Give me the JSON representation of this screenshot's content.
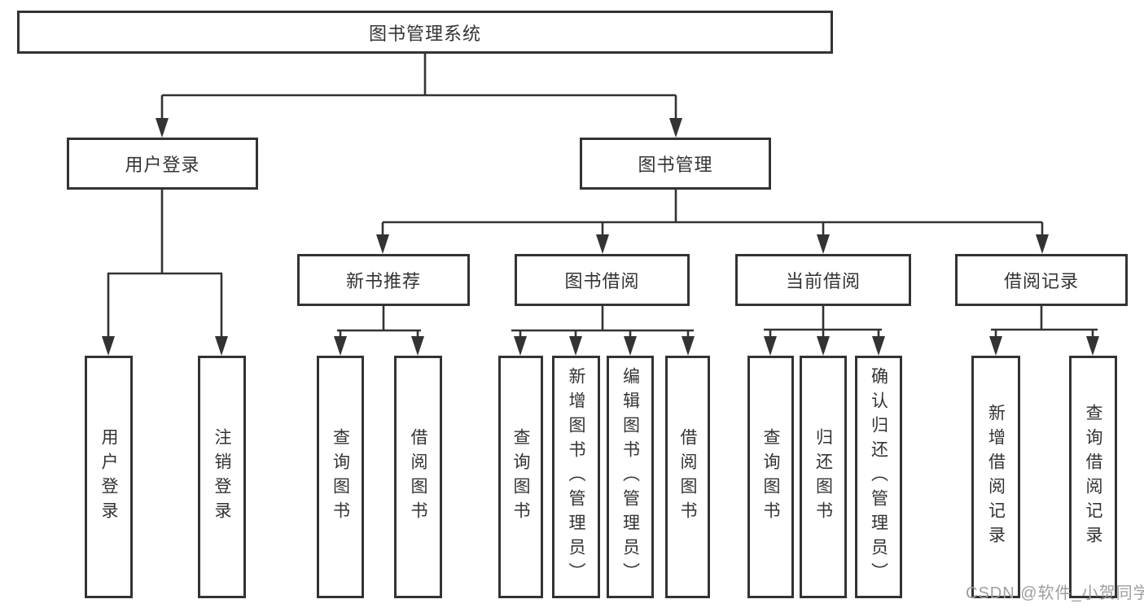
{
  "tree": {
    "root": {
      "label": "图书管理系统",
      "children": [
        {
          "label": "用户登录",
          "children": [
            {
              "label": "用户登录"
            },
            {
              "label": "注销登录"
            }
          ]
        },
        {
          "label": "图书管理",
          "children": [
            {
              "label": "新书推荐",
              "children": [
                {
                  "label": "查询图书"
                },
                {
                  "label": "借阅图书"
                }
              ]
            },
            {
              "label": "图书借阅",
              "children": [
                {
                  "label": "查询图书"
                },
                {
                  "label": "新增图书（管理员）"
                },
                {
                  "label": "编辑图书（管理员）"
                },
                {
                  "label": "借阅图书"
                }
              ]
            },
            {
              "label": "当前借阅",
              "children": [
                {
                  "label": "查询图书"
                },
                {
                  "label": "归还图书"
                },
                {
                  "label": "确认归还（管理员）"
                }
              ]
            },
            {
              "label": "借阅记录",
              "children": [
                {
                  "label": "新增借阅记录"
                },
                {
                  "label": "查询借阅记录"
                }
              ]
            }
          ]
        }
      ]
    }
  },
  "watermark": {
    "text": "CSDN @软件_小贺同学"
  },
  "colors": {
    "line": "#333333",
    "box_border": "#333333",
    "text": "#333333",
    "watermark": "#9e9e9e",
    "background": "#ffffff"
  }
}
